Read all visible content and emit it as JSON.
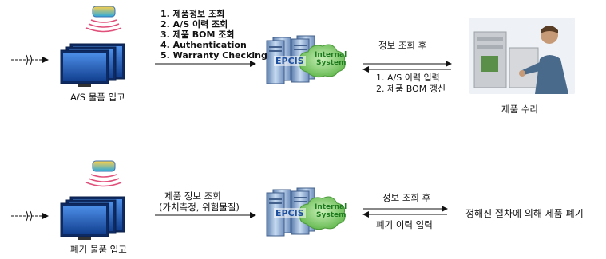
{
  "flows": [
    {
      "id": "as",
      "source_label": "A/S 물품 입고",
      "query_items": [
        "1. 제품정보 조회",
        "2. A/S 이력 조회",
        "3. 제품 BOM 조회",
        "4. Authentication",
        "5. Warranty Checking"
      ],
      "server_labels": {
        "epcis": "EPCIS",
        "internal_line1": "Internal",
        "internal_line2": "System"
      },
      "right_top_label": "정보 조회 후",
      "right_bottom_items": [
        "1. A/S 이력 입력",
        "2. 제품 BOM 갱신"
      ],
      "destination_label": "제품 수리",
      "destination_icon": "technician-photo"
    },
    {
      "id": "disposal",
      "source_label": "폐기 물품 입고",
      "query_items": [
        "제품 정보 조회",
        "(가치측정, 위험물질)"
      ],
      "server_labels": {
        "epcis": "EPCIS",
        "internal_line1": "Internal",
        "internal_line2": "System"
      },
      "right_top_label": "정보 조회 후",
      "right_bottom_items": [
        "폐기 이력 입력"
      ],
      "destination_label": "정해진 절차에 의해 제품 폐기"
    }
  ],
  "colors": {
    "monitor": "#1f5fbf",
    "rfid_signal": "#e0507a",
    "server": "#8eb0d6",
    "cloud": "#8fd07a",
    "epcis_text": "#1c4fa0",
    "internal_text": "#1e7a1e"
  }
}
